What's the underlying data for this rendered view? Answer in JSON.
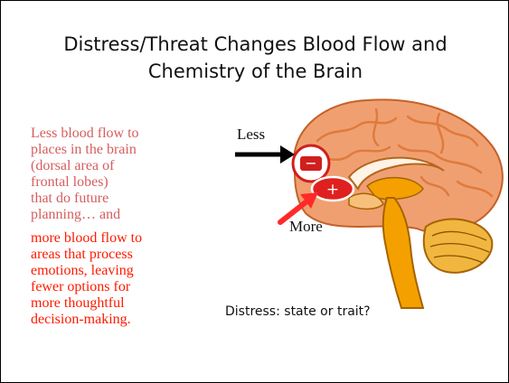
{
  "slide": {
    "title_line1": "Distress/Threat Changes Blood Flow and",
    "title_line2": "Chemistry of the Brain",
    "left_pink_lines": [
      "Less blood flow to",
      "places in the brain",
      "(dorsal area of",
      "frontal lobes)",
      "that do future",
      "planning… and"
    ],
    "left_red_lines": [
      "more blood flow to",
      "areas that process",
      "emotions, leaving",
      "fewer options for",
      "more thoughtful",
      "decision-making."
    ],
    "caption": "Distress: state or trait?"
  },
  "figure": {
    "label_less": "Less",
    "label_more": "More",
    "minus_symbol": "−",
    "plus_symbol": "+",
    "colors": {
      "cortex": "#f0a070",
      "cortex_dark": "#e07a3e",
      "arrow_less": "#000000",
      "arrow_more": "#ff2a2a",
      "plus_fill": "#e02020",
      "minus_fill": "#d01f1f",
      "brainstem": "#f4a000",
      "cerebellum": "#f0b640"
    }
  }
}
